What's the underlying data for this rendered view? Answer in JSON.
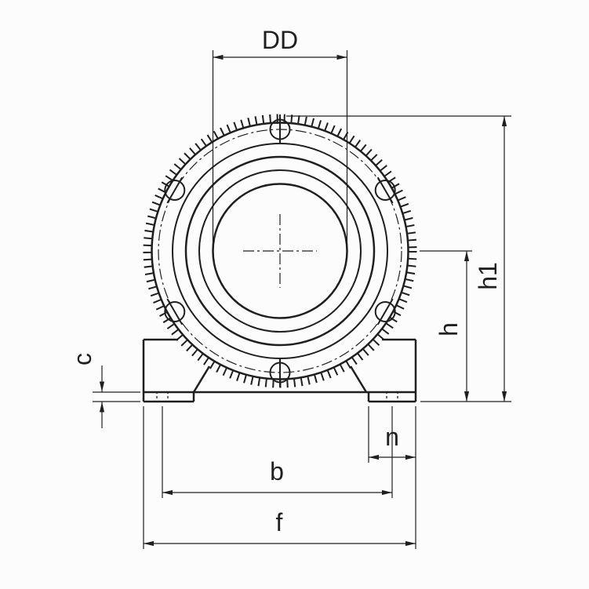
{
  "drawing": {
    "background_color": "#fcfcfc",
    "line_color": "#1f1f1f",
    "dimension_labels": {
      "dd": "DD",
      "h1": "h1",
      "h": "h",
      "c": "c",
      "n": "n",
      "b": "b",
      "f": "f"
    }
  }
}
